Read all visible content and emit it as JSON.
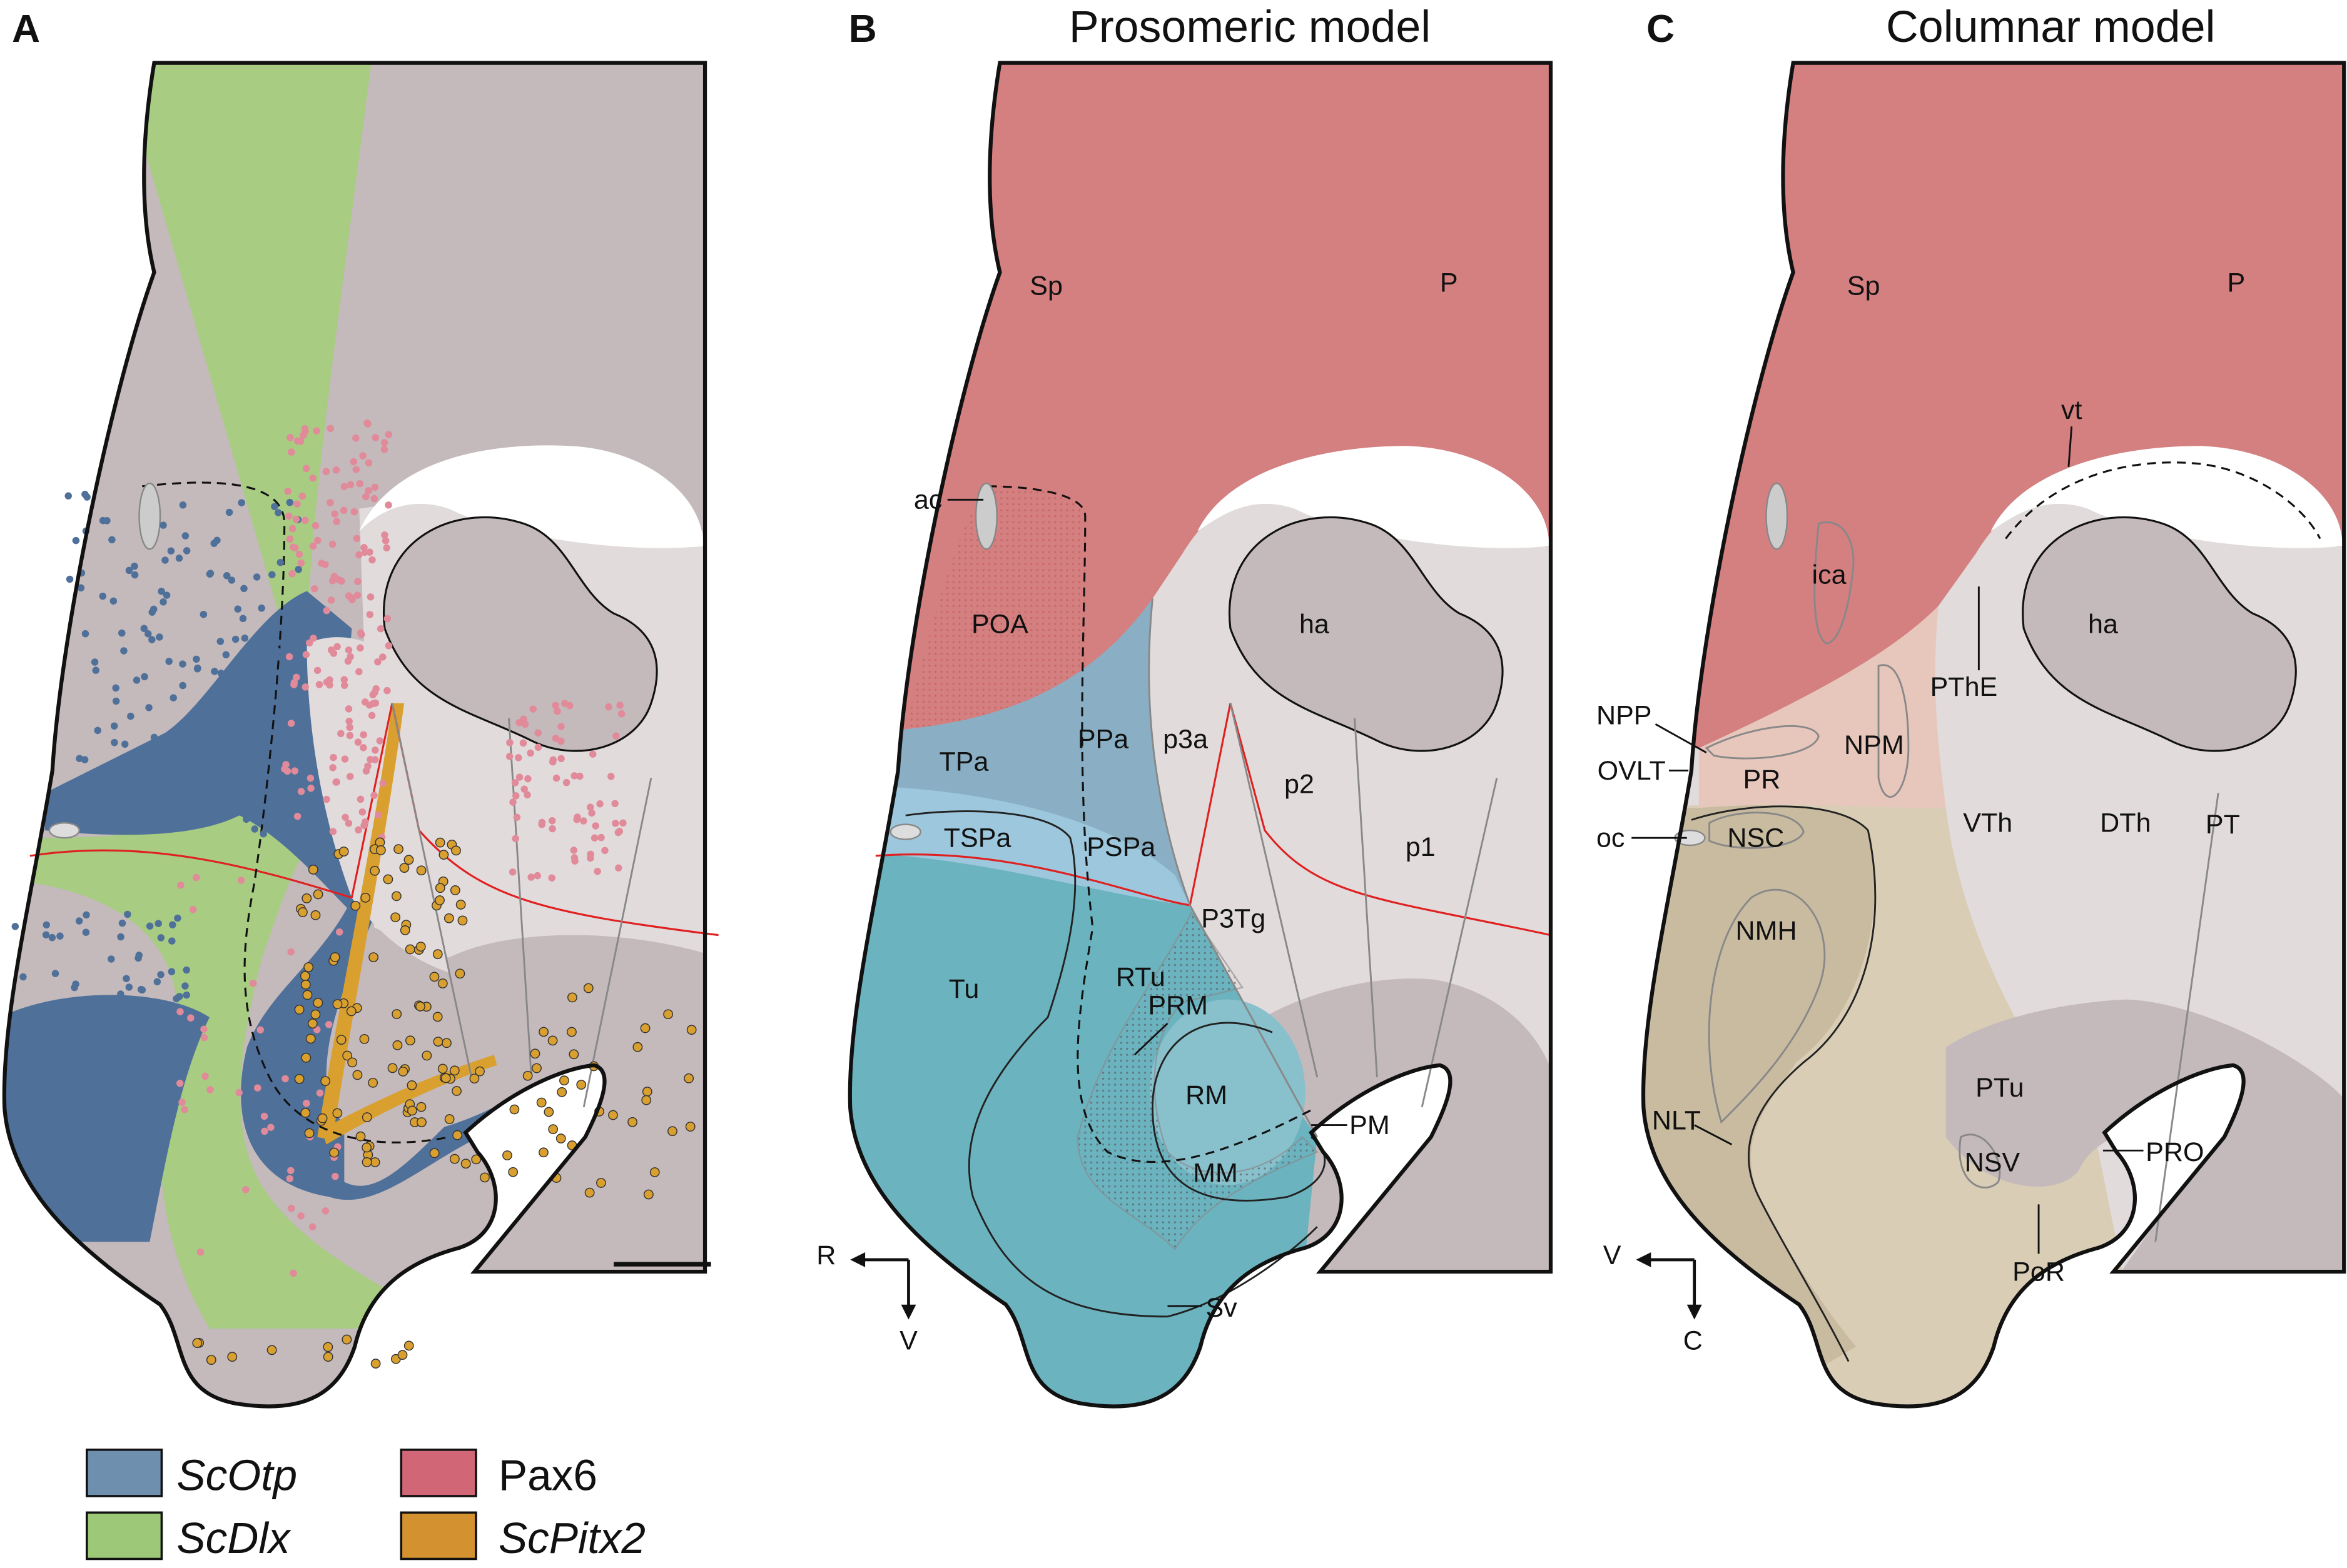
{
  "panels": {
    "a": {
      "letter": "A"
    },
    "b": {
      "letter": "B",
      "title": "Prosomeric model",
      "labels": {
        "Sp": "Sp",
        "P": "P",
        "ac": "ac",
        "POA": "POA",
        "ha": "ha",
        "TPa": "TPa",
        "PPa": "PPa",
        "p3a": "p3a",
        "p2": "p2",
        "TSPa": "TSPa",
        "PSPa": "PSPa",
        "p1": "p1",
        "P3Tg": "P3Tg",
        "RTu": "RTu",
        "Tu": "Tu",
        "PRM": "PRM",
        "RM": "RM",
        "PM": "PM",
        "MM": "MM",
        "Sv": "Sv"
      },
      "axes": {
        "horizontal": "R",
        "vertical": "V"
      }
    },
    "c": {
      "letter": "C",
      "title": "Columnar model",
      "labels": {
        "Sp": "Sp",
        "P": "P",
        "vt": "vt",
        "ica": "ica",
        "ha": "ha",
        "PThE": "PThE",
        "NPP": "NPP",
        "NPM": "NPM",
        "OVLT": "OVLT",
        "PR": "PR",
        "VTh": "VTh",
        "DTh": "DTh",
        "PT": "PT",
        "oc": "oc",
        "NSC": "NSC",
        "NMH": "NMH",
        "PTu": "PTu",
        "NLT": "NLT",
        "PRO": "PRO",
        "NSV": "NSV",
        "PoR": "PoR"
      },
      "axes": {
        "horizontal": "V",
        "vertical": "C"
      }
    }
  },
  "legend": [
    {
      "label": "ScOtp",
      "italic": true,
      "color": "#6e8fae"
    },
    {
      "label": "ScDlx",
      "italic": true,
      "color": "#9cc877"
    },
    {
      "label": "Pax6",
      "italic": false,
      "color": "#d06676"
    },
    {
      "label": "ScPitx2",
      "italic": true,
      "color": "#d4912f"
    }
  ],
  "colors": {
    "pax6_region": "#d47f80",
    "otp_region": "#4f7099",
    "dlx_region": "#a8cc82",
    "pitx2": "#d9a030",
    "grey": "#c4b9bb",
    "light": "#e2dbdb",
    "tu": "#6cb3c0",
    "tan": "#d9cdb5"
  }
}
